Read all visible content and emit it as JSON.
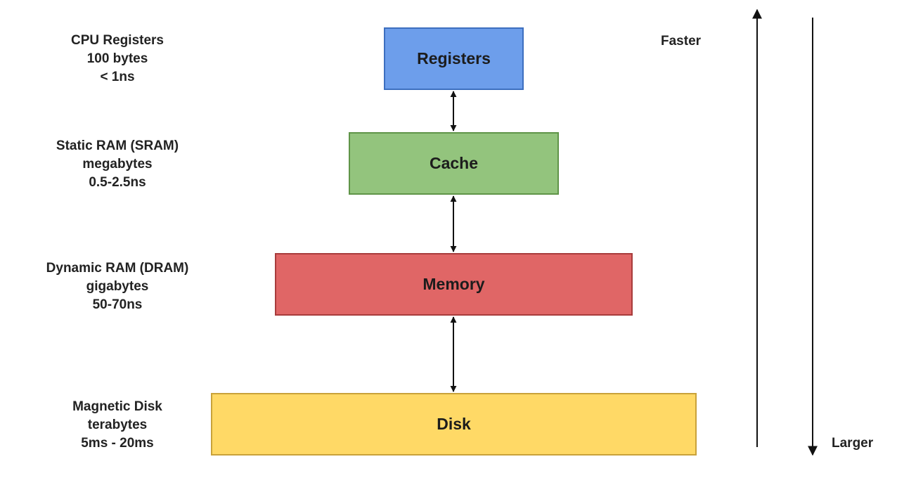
{
  "levels": [
    {
      "box_label": "Registers",
      "color": "#6d9eeb",
      "border": "#3d6fbf",
      "desc": [
        "CPU Registers",
        "100 bytes",
        "< 1ns"
      ]
    },
    {
      "box_label": "Cache",
      "color": "#93c47d",
      "border": "#5f9448",
      "desc": [
        "Static RAM (SRAM)",
        "megabytes",
        "0.5-2.5ns"
      ]
    },
    {
      "box_label": "Memory",
      "color": "#e06666",
      "border": "#a83c3c",
      "desc": [
        "Dynamic RAM (DRAM)",
        "gigabytes",
        "50-70ns"
      ]
    },
    {
      "box_label": "Disk",
      "color": "#ffd966",
      "border": "#c9a23a",
      "desc": [
        "Magnetic Disk",
        "terabytes",
        "5ms - 20ms"
      ]
    }
  ],
  "axis": {
    "faster_label": "Faster",
    "larger_label": "Larger",
    "arrow_color": "#111111"
  }
}
